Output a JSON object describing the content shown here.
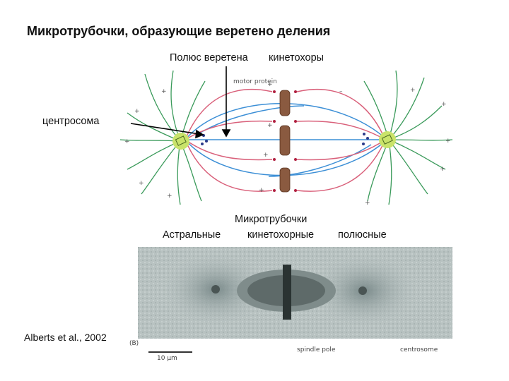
{
  "title": "Микротрубочки, образующие веретено деления",
  "labels": {
    "spindle_pole": "Полюс веретена",
    "kinetochores": "кинетохоры",
    "centrosome": "центросома",
    "microtubules": "Микротрубочки",
    "astral": "Астральные",
    "kinetochore_mt": "кинетохорные",
    "polar": "полюсные",
    "citation": "Alberts et al., 2002"
  },
  "diagram_text": {
    "motor_protein": "motor protein",
    "plus": "+",
    "minus": "–"
  },
  "micrograph": {
    "panel_label": "(B)",
    "scale": "10 μm",
    "spindle_pole": "spindle pole",
    "centrosome": "centrosome"
  },
  "colors": {
    "astral": "#3a9a5a",
    "kinetochore_mt": "#d9607a",
    "polar": "#3c8fd6",
    "centrosome": "#c9e36a",
    "chromosome": "#8a5a40"
  }
}
